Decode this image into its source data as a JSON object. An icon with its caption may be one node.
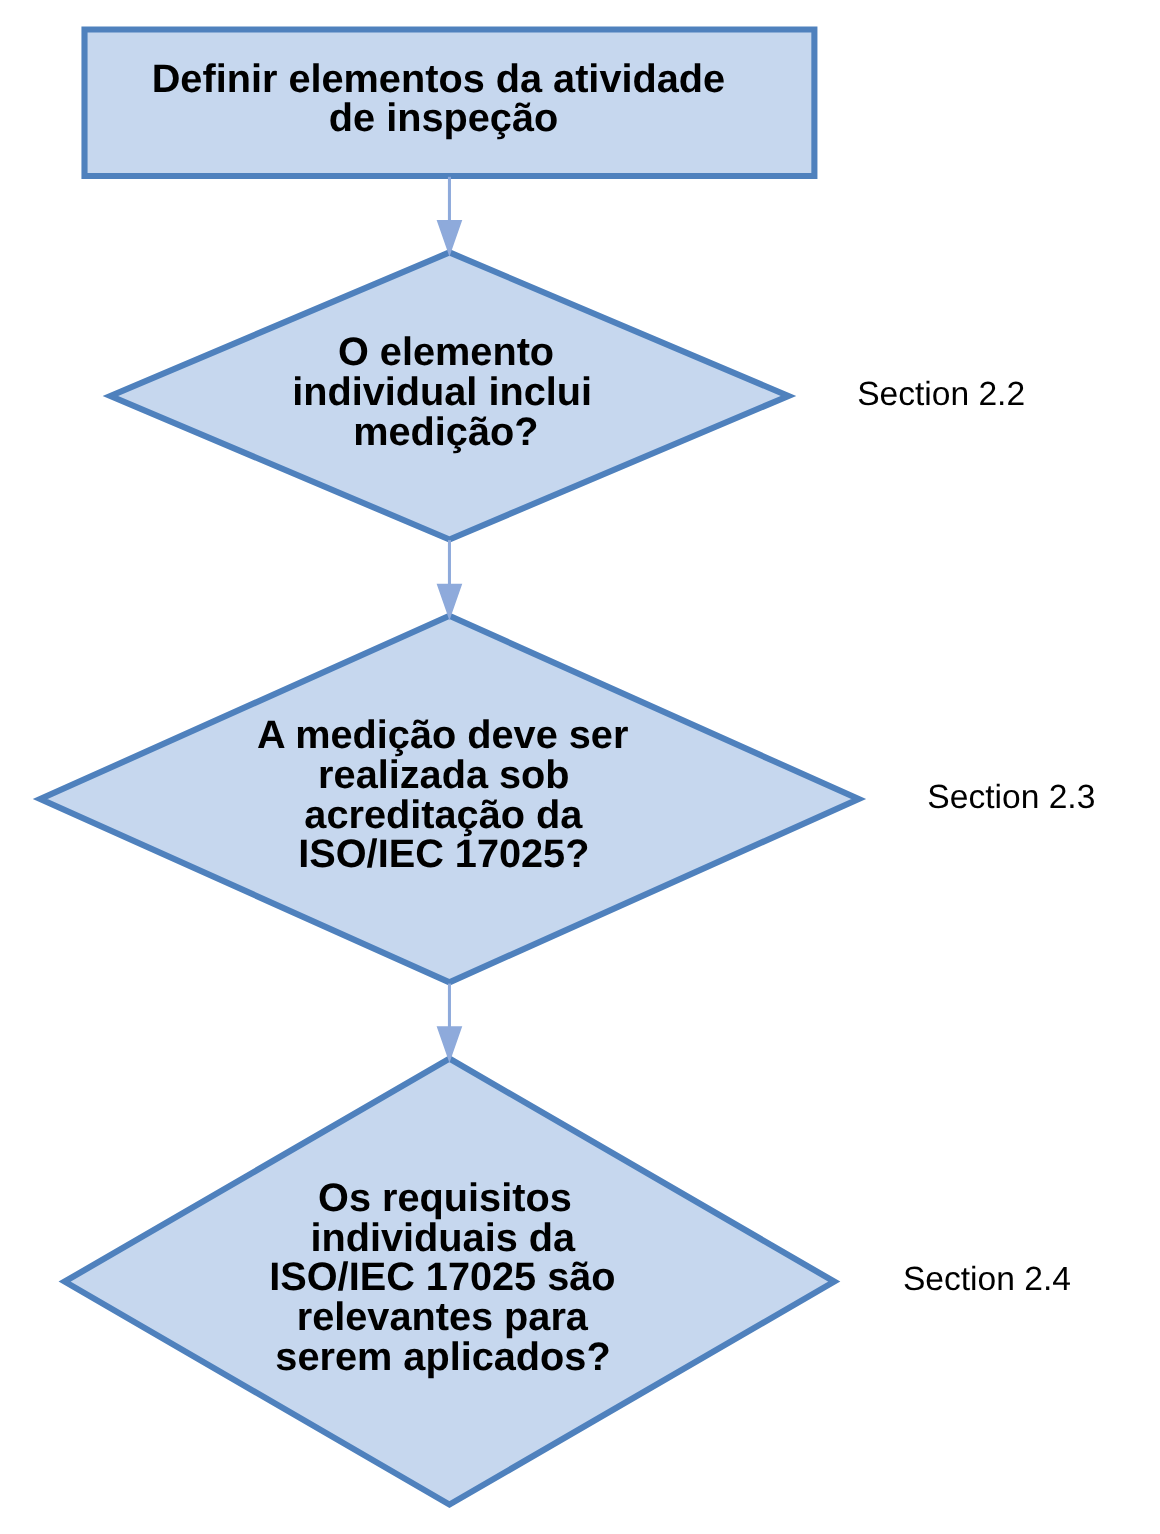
{
  "diagram": {
    "nodes": [
      {
        "text": [
          "Definir elementos da atividade de inspeção"
        ]
      },
      {
        "text": [
          "O elemento individual inclui medição?"
        ],
        "beside": [
          "Section 2.2"
        ]
      },
      {
        "text": [
          "A medição deve ser realizada sob acreditação da ISO/IEC 17025?"
        ],
        "beside": [
          "Section 2.3"
        ]
      },
      {
        "text": [
          "Os requisitos individuais da ISO/IEC 17025 são relevantes para serem aplicados?"
        ],
        "beside": [
          "Section 2.4"
        ]
      }
    ],
    "edges": [
      {
        "from": 0,
        "to": 1,
        "arrow": "to"
      },
      {
        "from": 1,
        "to": 2,
        "arrow": "to"
      },
      {
        "from": 2,
        "to": 3,
        "arrow": "to"
      }
    ]
  }
}
